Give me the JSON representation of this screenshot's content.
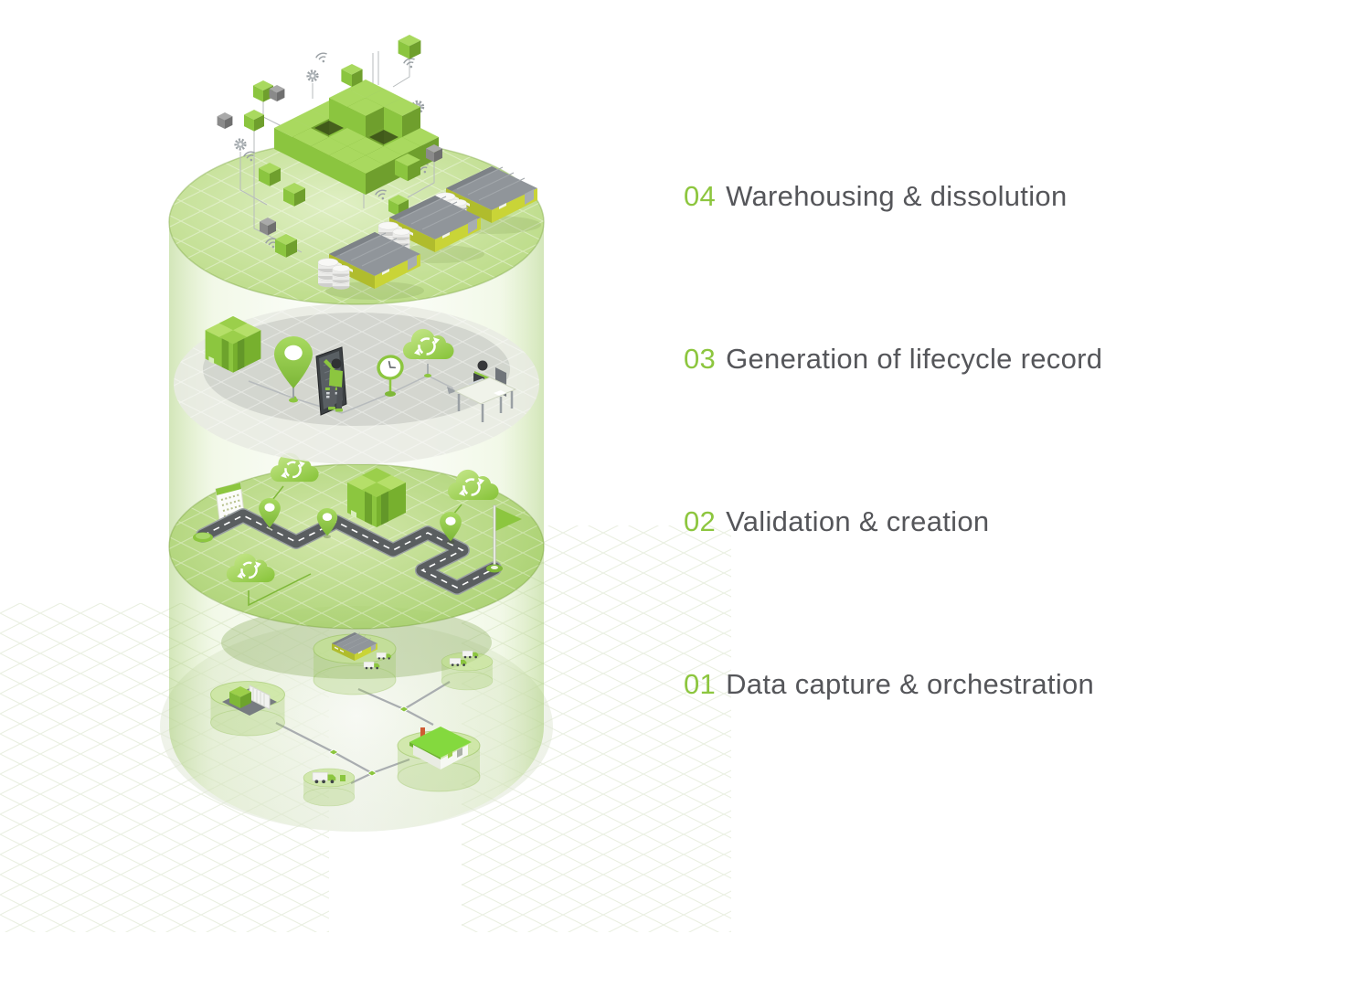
{
  "page": {
    "background": "#ffffff"
  },
  "colors": {
    "accent_green": "#8dc63f",
    "accent_green_light": "#a8d95f",
    "accent_green_dark": "#6f9f2d",
    "label_text": "#55565a",
    "gray_icon": "#9aa0a4",
    "road_gray": "#5a5e60",
    "warehouse_wall": "#b9c724",
    "disc_green": "#aed470",
    "disc_gray": "#e8ebe3"
  },
  "diagram": {
    "steps": [
      {
        "number": "04",
        "label": "Warehousing & dissolution"
      },
      {
        "number": "03",
        "label": "Generation of lifecycle record"
      },
      {
        "number": "02",
        "label": "Validation & creation"
      },
      {
        "number": "01",
        "label": "Data capture & orchestration"
      }
    ],
    "layers": [
      {
        "step": "04",
        "items": [
          "cube-cluster",
          "green-cubes",
          "gray-cubes",
          "gear-icons",
          "wifi-icons",
          "warehouse-buildings",
          "coin-stacks",
          "connection-lines",
          "green-disc"
        ]
      },
      {
        "step": "03",
        "items": [
          "parcel-box",
          "location-pin",
          "smartphone",
          "person-standing",
          "clock",
          "sync-cloud",
          "person-at-desk",
          "flow-arrow",
          "gray-disc"
        ]
      },
      {
        "step": "02",
        "items": [
          "calendar-checklist",
          "winding-road",
          "location-pins",
          "parcel-box",
          "sync-clouds",
          "start-pad",
          "finish-flag",
          "green-disc"
        ]
      },
      {
        "step": "01",
        "items": [
          "mini-cylinders",
          "warehouse",
          "trucks",
          "production-machine",
          "delivery-truck",
          "factory-house",
          "network-lines",
          "network-nodes"
        ]
      }
    ]
  }
}
